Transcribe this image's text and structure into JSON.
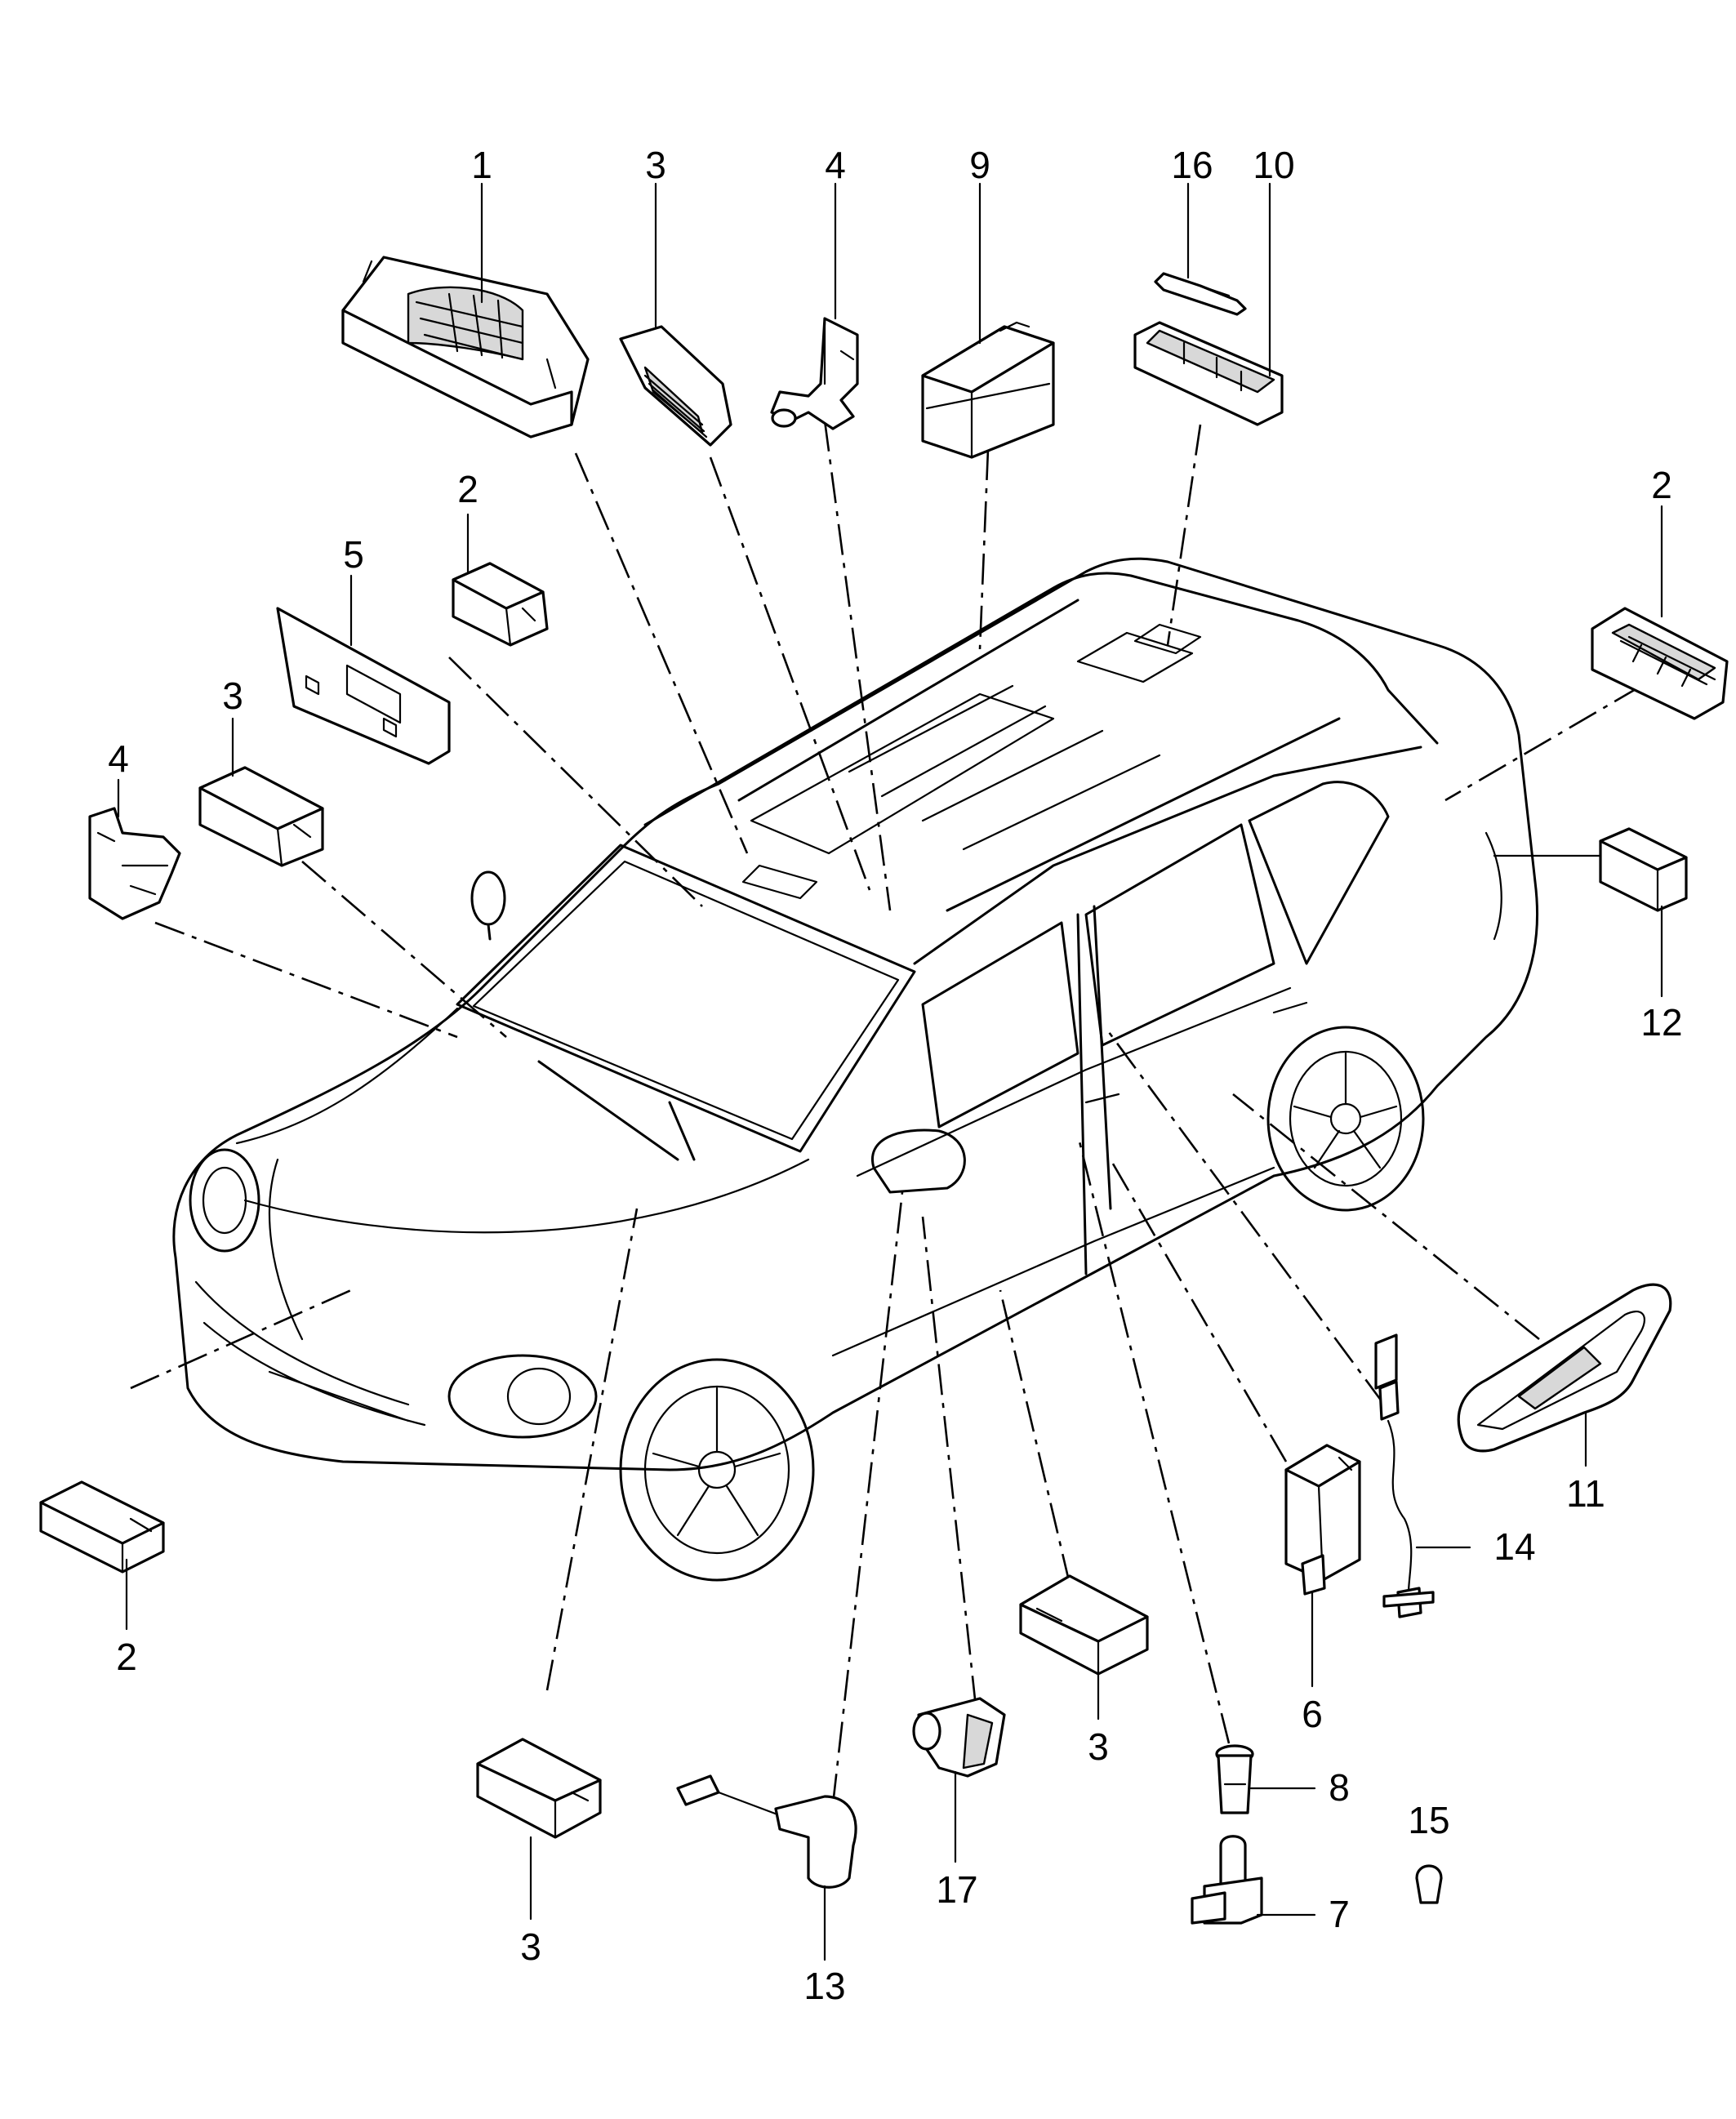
{
  "colors": {
    "line": "#000000",
    "background": "#ffffff",
    "part_shade": "#d8d8d8"
  },
  "callouts": {
    "p1": "1",
    "p3_top": "3",
    "p4_top": "4",
    "p9": "9",
    "p16": "16",
    "p10": "10",
    "p2_upper_left": "2",
    "p5": "5",
    "p3_left": "3",
    "p4_left": "4",
    "p2_right": "2",
    "p12": "12",
    "p2_lower_left": "2",
    "p11": "11",
    "p14": "14",
    "p6": "6",
    "p3_lower_mid": "3",
    "p3_bottom": "3",
    "p13": "13",
    "p17": "17",
    "p8": "8",
    "p15": "15",
    "p7": "7"
  }
}
